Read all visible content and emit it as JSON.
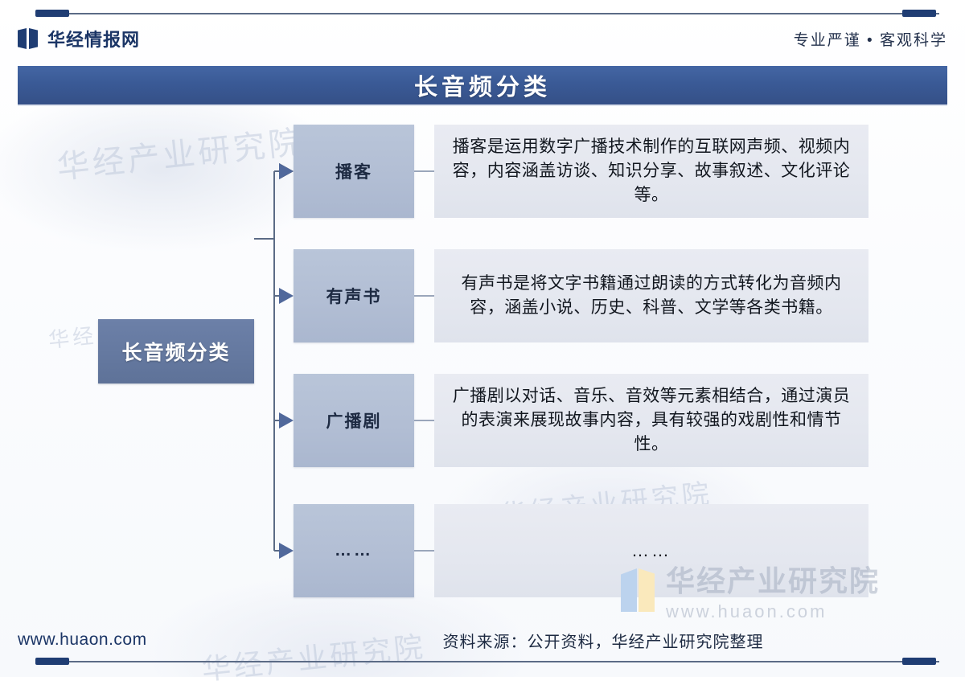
{
  "header": {
    "brand_name": "华经情报网",
    "brand_icon": "open-book-icon",
    "tagline": "专业严谨 • 客观科学"
  },
  "title": {
    "text": "长音频分类"
  },
  "diagram": {
    "root": {
      "label": "长音频分类"
    },
    "branches": [
      {
        "category": "播客",
        "description": "播客是运用数字广播技术制作的互联网声频、视频内容，内容涵盖访谈、知识分享、故事叙述、文化评论等。"
      },
      {
        "category": "有声书",
        "description": "有声书是将文字书籍通过朗读的方式转化为音频内容，涵盖小说、历史、科普、文学等各类书籍。"
      },
      {
        "category": "广播剧",
        "description": "广播剧以对话、音乐、音效等元素相结合，通过演员的表演来展现故事内容，具有较强的戏剧性和情节性。"
      },
      {
        "category": "……",
        "description": "……"
      }
    ]
  },
  "watermark": {
    "company": "华经产业研究院",
    "url": "www.huaon.com",
    "ghost_texts": [
      "华经产业研究院",
      "华经产业研究院",
      "华经产业研究院",
      "华经"
    ]
  },
  "footer": {
    "url": "www.huaon.com",
    "source": "资料来源：公开资料，华经产业研究院整理"
  },
  "colors": {
    "title_bar": "#3a5a96",
    "root_node": "#64789f",
    "category_box": "#b2bed4",
    "description_box": "#e4e7ef",
    "accent_dark": "#1f3d73",
    "connector": "#5b6b86"
  }
}
